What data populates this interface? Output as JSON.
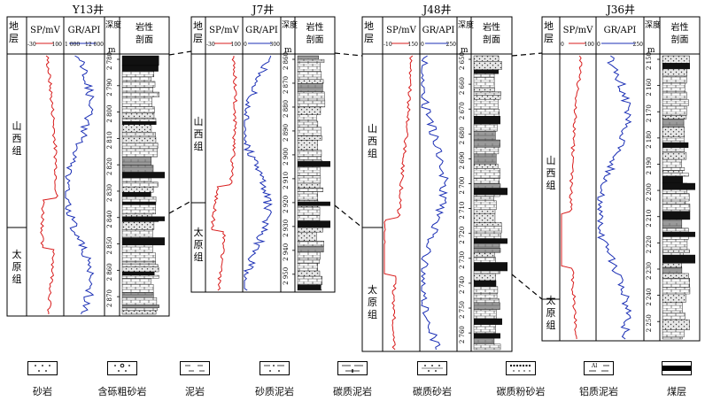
{
  "colors": {
    "sp": "#d81b1b",
    "gr": "#1b2fb5",
    "ink": "#000000",
    "hatch": "#8c8c8c"
  },
  "headers": {
    "formation": "地层",
    "sp": "SP/mV",
    "gr": "GR/API",
    "depth": "深度\nm",
    "litho": "岩性\n剖面"
  },
  "formations": {
    "shanxi": "山西组",
    "taiyuan": "太原组"
  },
  "wells": [
    {
      "name": "Y13井",
      "sp_scale": [
        "-30",
        "100"
      ],
      "gr_scale": [
        "1 000",
        "12 000"
      ],
      "depths": [
        "2 780",
        "2 790",
        "2 800",
        "2 810",
        "2 820",
        "2 830",
        "2 840",
        "2 850",
        "2 860",
        "2 870"
      ]
    },
    {
      "name": "J7井",
      "sp_scale": [
        "-30",
        "100"
      ],
      "gr_scale": [
        "0",
        "300"
      ],
      "depths": [
        "2 860",
        "2 870",
        "2 880",
        "2 890",
        "2 900",
        "2 910",
        "2 920",
        "2 930",
        "2 940",
        "2 950"
      ]
    },
    {
      "name": "J48井",
      "sp_scale": [
        "-10",
        "150"
      ],
      "gr_scale": [
        "0",
        "250"
      ],
      "depths": [
        "2 650",
        "2 660",
        "2 670",
        "2 680",
        "2 690",
        "2 700",
        "2 710",
        "2 720",
        "2 730",
        "2 740",
        "2 750",
        "2 760"
      ]
    },
    {
      "name": "J36井",
      "sp_scale": [
        "0",
        "100"
      ],
      "gr_scale": [
        "0",
        "250"
      ],
      "depths": [
        "2 150",
        "2 160",
        "2 170",
        "2 180",
        "2 190",
        "2 200",
        "2 210",
        "2 220",
        "2 230",
        "2 240",
        "2 250"
      ]
    }
  ],
  "legend": [
    {
      "key": "sandstone",
      "label": "砂岩"
    },
    {
      "key": "pebbly",
      "label": "含砾粗砂岩"
    },
    {
      "key": "mudstone",
      "label": "泥岩"
    },
    {
      "key": "sandy_mud",
      "label": "砂质泥岩"
    },
    {
      "key": "carb_mud",
      "label": "碳质泥岩"
    },
    {
      "key": "carb_sand",
      "label": "碳质砂岩"
    },
    {
      "key": "carb_silt",
      "label": "碳质粉砂岩"
    },
    {
      "key": "al_mud",
      "label": "铝质泥岩"
    },
    {
      "key": "coal",
      "label": "煤层"
    }
  ],
  "legend_al_text": "Al"
}
